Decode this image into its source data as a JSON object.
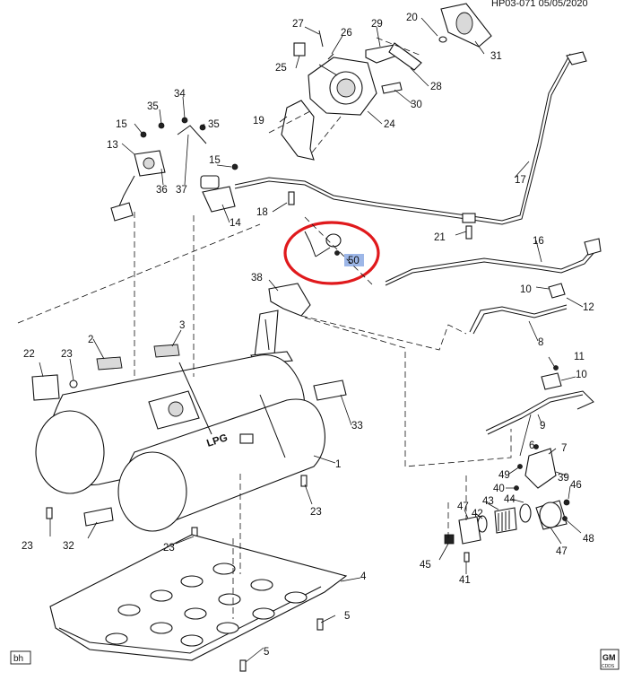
{
  "header": {
    "ref": "HP03-071 05/05/2020"
  },
  "callouts": [
    {
      "id": "c27",
      "text": "27"
    },
    {
      "id": "c26",
      "text": "26"
    },
    {
      "id": "c29",
      "text": "29"
    },
    {
      "id": "c20",
      "text": "20"
    },
    {
      "id": "c25",
      "text": "25"
    },
    {
      "id": "c31",
      "text": "31"
    },
    {
      "id": "c28",
      "text": "28"
    },
    {
      "id": "c30",
      "text": "30"
    },
    {
      "id": "c19",
      "text": "19"
    },
    {
      "id": "c24",
      "text": "24"
    },
    {
      "id": "c34",
      "text": "34"
    },
    {
      "id": "c35a",
      "text": "35"
    },
    {
      "id": "c35b",
      "text": "35"
    },
    {
      "id": "c15a",
      "text": "15"
    },
    {
      "id": "c13",
      "text": "13"
    },
    {
      "id": "c36",
      "text": "36"
    },
    {
      "id": "c37",
      "text": "37"
    },
    {
      "id": "c15b",
      "text": "15"
    },
    {
      "id": "c17",
      "text": "17"
    },
    {
      "id": "c18",
      "text": "18"
    },
    {
      "id": "c14",
      "text": "14"
    },
    {
      "id": "c21",
      "text": "21"
    },
    {
      "id": "c16",
      "text": "16"
    },
    {
      "id": "c10a",
      "text": "10"
    },
    {
      "id": "c12",
      "text": "12"
    },
    {
      "id": "c38",
      "text": "38"
    },
    {
      "id": "c8",
      "text": "8"
    },
    {
      "id": "c3",
      "text": "3"
    },
    {
      "id": "c2",
      "text": "2"
    },
    {
      "id": "c22",
      "text": "22"
    },
    {
      "id": "c23a",
      "text": "23"
    },
    {
      "id": "c11",
      "text": "11"
    },
    {
      "id": "c10b",
      "text": "10"
    },
    {
      "id": "c33",
      "text": "33"
    },
    {
      "id": "c9",
      "text": "9"
    },
    {
      "id": "c1",
      "text": "1"
    },
    {
      "id": "c6",
      "text": "6"
    },
    {
      "id": "c7",
      "text": "7"
    },
    {
      "id": "c49",
      "text": "49"
    },
    {
      "id": "c39",
      "text": "39"
    },
    {
      "id": "c40",
      "text": "40"
    },
    {
      "id": "c44",
      "text": "44"
    },
    {
      "id": "c46",
      "text": "46"
    },
    {
      "id": "c43",
      "text": "43"
    },
    {
      "id": "c47a",
      "text": "47"
    },
    {
      "id": "c42",
      "text": "42"
    },
    {
      "id": "c23b",
      "text": "23"
    },
    {
      "id": "c23c",
      "text": "23"
    },
    {
      "id": "c32",
      "text": "32"
    },
    {
      "id": "c23d",
      "text": "23"
    },
    {
      "id": "c47b",
      "text": "47"
    },
    {
      "id": "c48",
      "text": "48"
    },
    {
      "id": "c45",
      "text": "45"
    },
    {
      "id": "c41",
      "text": "41"
    },
    {
      "id": "c4",
      "text": "4"
    },
    {
      "id": "c5a",
      "text": "5"
    },
    {
      "id": "c5b",
      "text": "5"
    }
  ],
  "highlight": {
    "text": "50",
    "box_color": "#9db7e8",
    "circle_color": "#e0191c"
  },
  "tank_marking": {
    "text": "LPG"
  },
  "corner_left": {
    "text": "bh"
  },
  "corner_right": {
    "line1": "GM",
    "line2": "CDDS"
  }
}
